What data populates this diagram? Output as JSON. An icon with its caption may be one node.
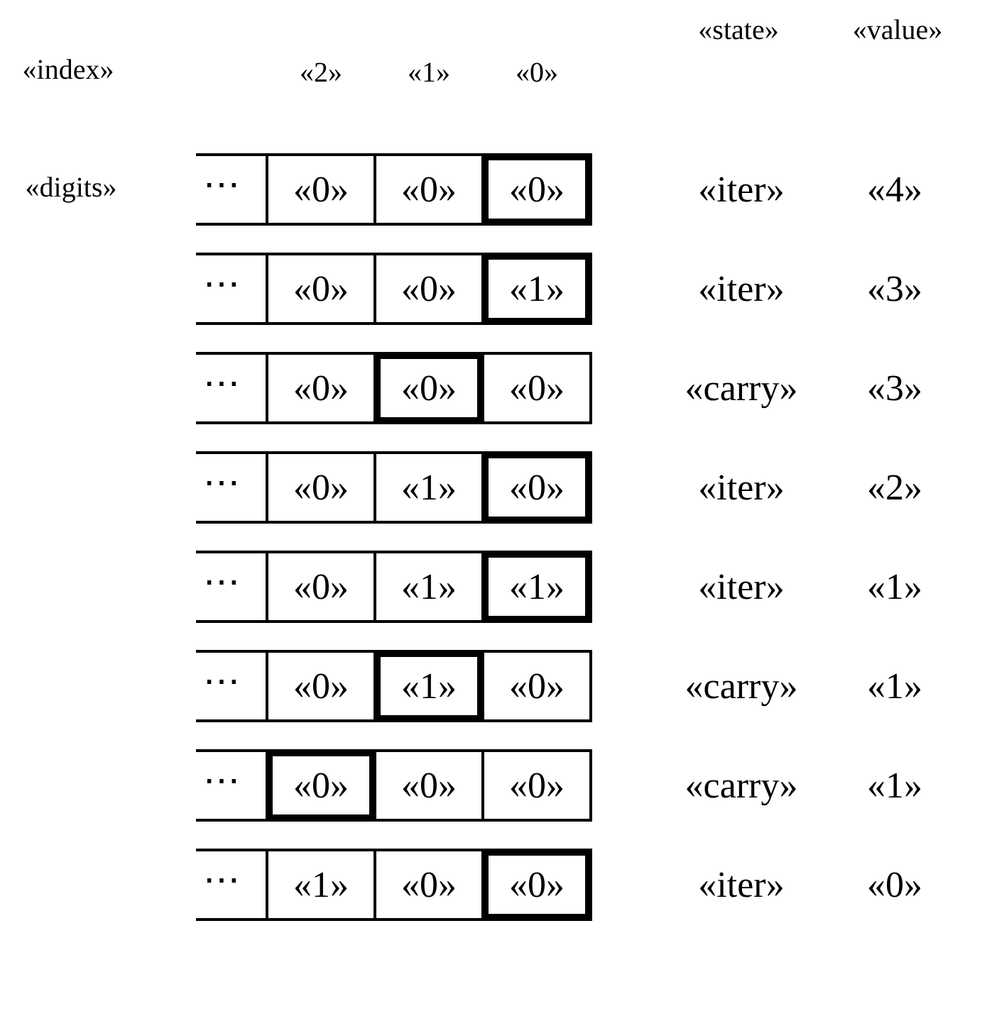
{
  "diagram": {
    "nodes": [
      {
        "text": [
          "«0»"
        ]
      },
      {
        "text": [
          "«0»"
        ]
      },
      {
        "text": [
          "«0»"
        ]
      },
      {
        "text": [
          "«0»"
        ]
      },
      {
        "text": [
          "«0»"
        ]
      },
      {
        "text": [
          "«1»"
        ]
      },
      {
        "text": [
          "«0»"
        ]
      },
      {
        "text": [
          "«0»"
        ]
      },
      {
        "text": [
          "«0»"
        ]
      },
      {
        "text": [
          "«0»"
        ]
      },
      {
        "text": [
          "«1»"
        ]
      },
      {
        "text": [
          "«0»"
        ]
      },
      {
        "text": [
          "«0»"
        ]
      },
      {
        "text": [
          "«1»"
        ]
      },
      {
        "text": [
          "«1»"
        ]
      },
      {
        "text": [
          "«0»"
        ]
      },
      {
        "text": [
          "«1»"
        ]
      },
      {
        "text": [
          "«0»"
        ]
      },
      {
        "text": [
          "«0»"
        ]
      },
      {
        "text": [
          "«0»"
        ]
      },
      {
        "text": [
          "«0»"
        ]
      },
      {
        "text": [
          "«1»"
        ]
      },
      {
        "text": [
          "«0»"
        ]
      },
      {
        "text": [
          "«0»"
        ]
      }
    ],
    "labels": [
      "«state»",
      "«value»",
      "«index»",
      "«2»",
      "«1»",
      "«0»",
      "«digits»",
      "⋯",
      "«iter»",
      "«4»",
      "⋯",
      "«iter»",
      "«3»",
      "⋯",
      "«carry»",
      "«3»",
      "⋯",
      "«iter»",
      "«2»",
      "⋯",
      "«iter»",
      "«1»",
      "⋯",
      "«carry»",
      "«1»",
      "⋯",
      "«carry»",
      "«1»",
      "⋯",
      "«iter»",
      "«0»"
    ]
  }
}
